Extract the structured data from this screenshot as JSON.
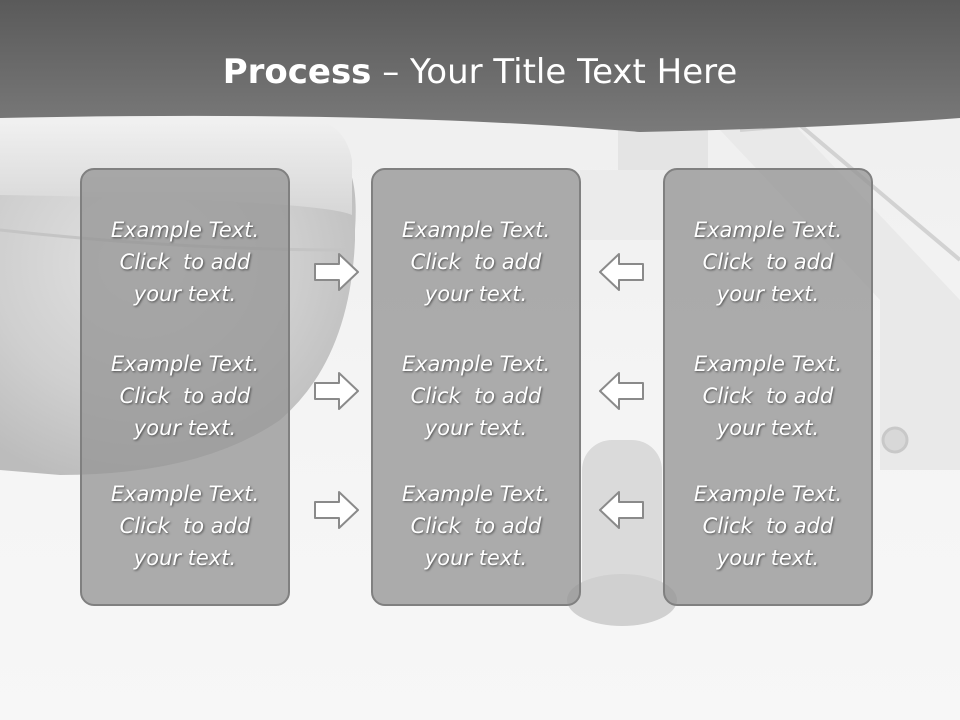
{
  "title": {
    "bold": "Process",
    "rest": " – Your Title Text Here"
  },
  "columns": [
    {
      "items": [
        {
          "text": "Example Text.\nClick  to add\nyour text."
        },
        {
          "text": "Example Text.\nClick  to add\nyour text."
        },
        {
          "text": "Example Text.\nClick  to add\nyour text."
        }
      ]
    },
    {
      "items": [
        {
          "text": "Example Text.\nClick  to add\nyour text."
        },
        {
          "text": "Example Text.\nClick  to add\nyour text."
        },
        {
          "text": "Example Text.\nClick  to add\nyour text."
        }
      ]
    },
    {
      "items": [
        {
          "text": "Example Text.\nClick  to add\nyour text."
        },
        {
          "text": "Example Text.\nClick  to add\nyour text."
        },
        {
          "text": "Example Text.\nClick  to add\nyour text."
        }
      ]
    }
  ],
  "arrows": {
    "left_group": "arrow-right-icon",
    "right_group": "arrow-left-icon"
  },
  "colors": {
    "title_band": "#6a6a6a",
    "panel": "#969696",
    "panel_border": "#808080",
    "text": "#ffffff"
  }
}
